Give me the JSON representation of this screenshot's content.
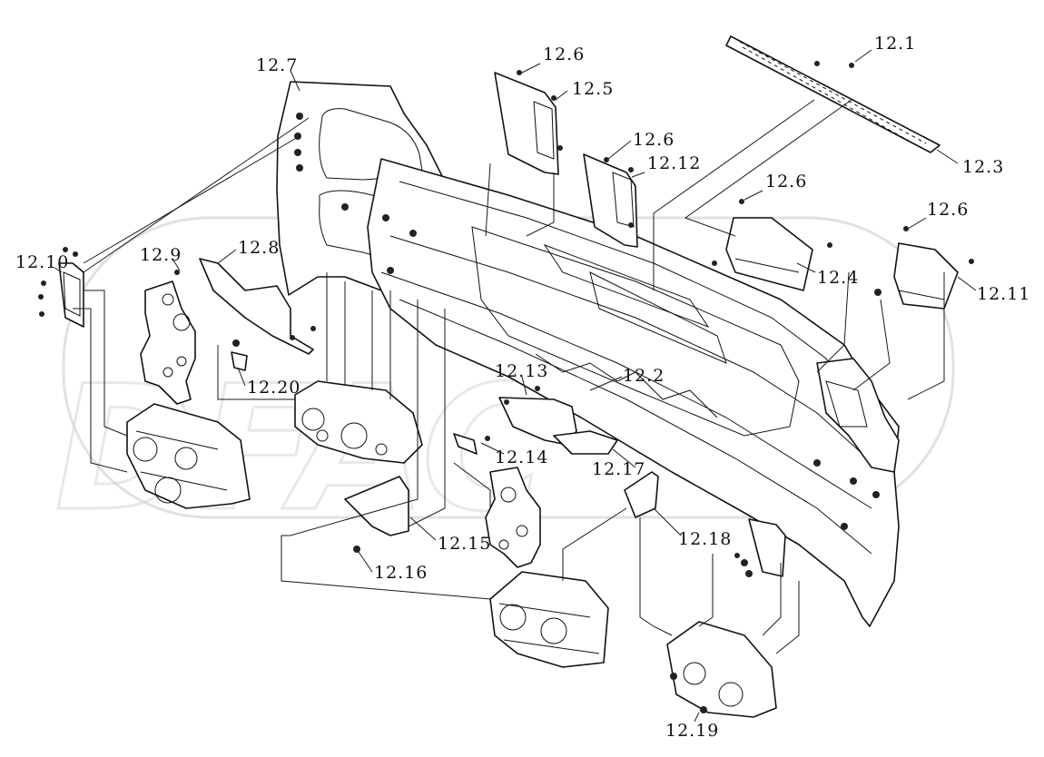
{
  "labels": {
    "l12_1": "12.1",
    "l12_2": "12.2",
    "l12_3": "12.3",
    "l12_4": "12.4",
    "l12_5": "12.5",
    "l12_6a": "12.6",
    "l12_6b": "12.6",
    "l12_6c": "12.6",
    "l12_6d": "12.6",
    "l12_7": "12.7",
    "l12_8": "12.8",
    "l12_9": "12.9",
    "l12_10": "12.10",
    "l12_11": "12.11",
    "l12_12": "12.12",
    "l12_13": "12.13",
    "l12_14": "12.14",
    "l12_15": "12.15",
    "l12_16": "12.16",
    "l12_17": "12.17",
    "l12_18": "12.18",
    "l12_19": "12.19",
    "l12_20": "12.20"
  },
  "watermark": "DFAC"
}
